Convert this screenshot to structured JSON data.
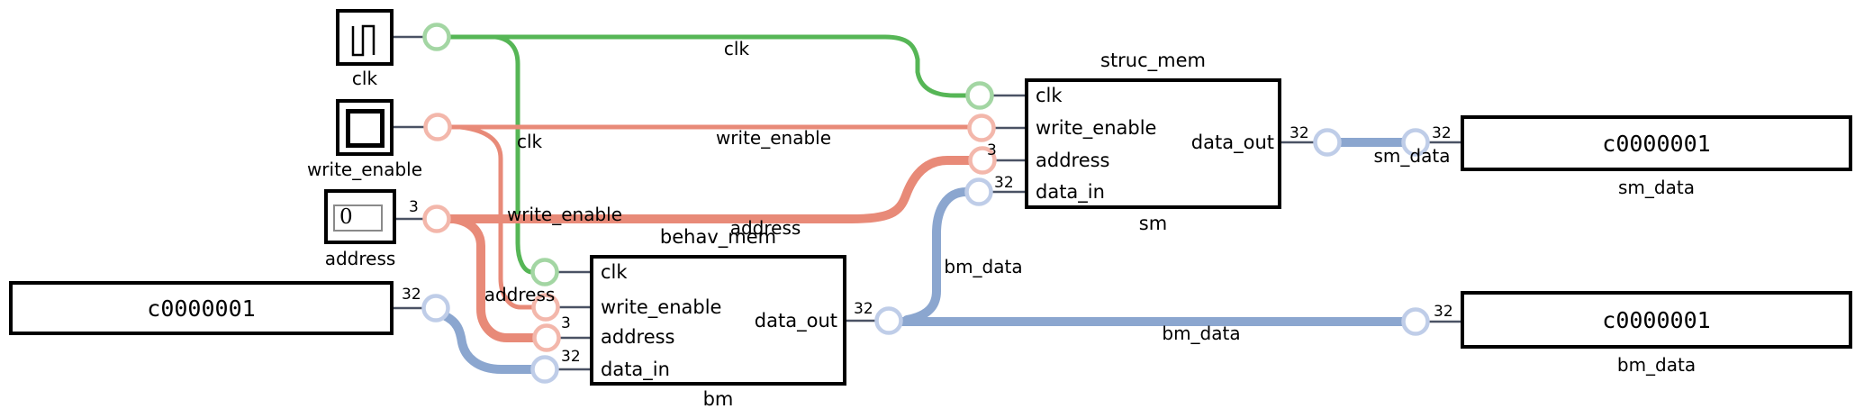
{
  "sources": {
    "clk": {
      "caption": "clk"
    },
    "write_enable": {
      "caption": "write_enable"
    },
    "address": {
      "caption": "address",
      "value": "0",
      "bus_width": "3"
    },
    "constant": {
      "value": "c0000001",
      "bus_width": "32"
    }
  },
  "modules": {
    "bm": {
      "title": "behav_mem",
      "instance": "bm",
      "ports_in": [
        "clk",
        "write_enable",
        "address",
        "data_in"
      ],
      "port_out": "data_out",
      "addr_width": "3",
      "data_in_width": "32",
      "data_out_width": "32"
    },
    "sm": {
      "title": "struc_mem",
      "instance": "sm",
      "ports_in": [
        "clk",
        "write_enable",
        "address",
        "data_in"
      ],
      "port_out": "data_out",
      "addr_width": "3",
      "data_in_width": "32",
      "data_out_width": "32"
    }
  },
  "outputs": {
    "sm_data": {
      "value": "c0000001",
      "caption": "sm_data",
      "bus_width": "32"
    },
    "bm_data": {
      "value": "c0000001",
      "caption": "bm_data",
      "bus_width": "32"
    }
  },
  "wire_labels": {
    "clk_top": "clk",
    "clk_branch": "clk",
    "write_enable_top": "write_enable",
    "write_enable_branch": "write_enable",
    "address_top": "address",
    "address_branch": "address",
    "bm_data_branch": "bm_data",
    "bm_data_main": "bm_data",
    "sm_data": "sm_data"
  },
  "colors": {
    "clk_net": "#56b656",
    "write_enable_net": "#e88a78",
    "address_net": "#e88a78",
    "data_net": "#8ba6cf",
    "stub": "#4a5264"
  }
}
